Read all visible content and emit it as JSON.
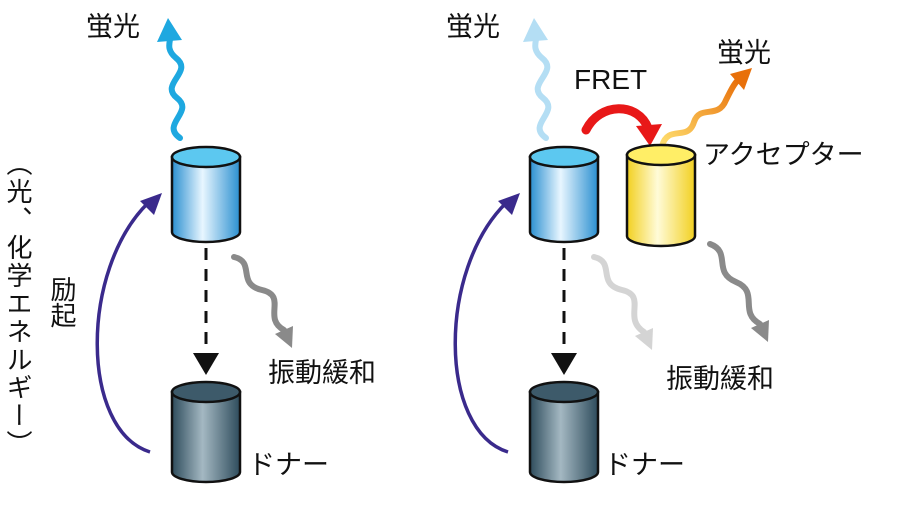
{
  "left_panel": {
    "fluorescence_label": "蛍光",
    "vibrational_relaxation_label": "振動緩和",
    "donor_label": "ドナー",
    "excitation_label": "励起",
    "excitation_source_label": "（光、化学エネルギー）"
  },
  "right_panel": {
    "donor_fluorescence_label": "蛍光",
    "fret_label": "FRET",
    "acceptor_fluorescence_label": "蛍光",
    "acceptor_label": "アクセプター",
    "vibrational_relaxation_label": "振動緩和",
    "donor_label": "ドナー"
  },
  "colors": {
    "excited_top": "#5cc8f0",
    "excited_body": "#2a9bd8",
    "ground_top": "#3d5a6a",
    "ground_body": "#6b8896",
    "acceptor_top": "#ffee66",
    "acceptor_body": "#f2d020",
    "fluorescence_blue": "#1ea8e0",
    "fluorescence_faded": "#b4def4",
    "fluorescence_orange": "#f08a10",
    "fret_red": "#e81818",
    "relaxation_gray": "#8a8a8a",
    "relaxation_faded": "#d4d4d4",
    "excitation_purple": "#3a2a8c",
    "dashed_arrow": "#111111"
  },
  "icons": {
    "excited_state": "cylinder-icon",
    "ground_state": "cylinder-icon",
    "fluorescence": "wavy-arrow-icon",
    "relaxation": "wavy-arrow-icon",
    "excitation": "curved-arrow-icon",
    "fret": "curved-arrow-icon"
  }
}
